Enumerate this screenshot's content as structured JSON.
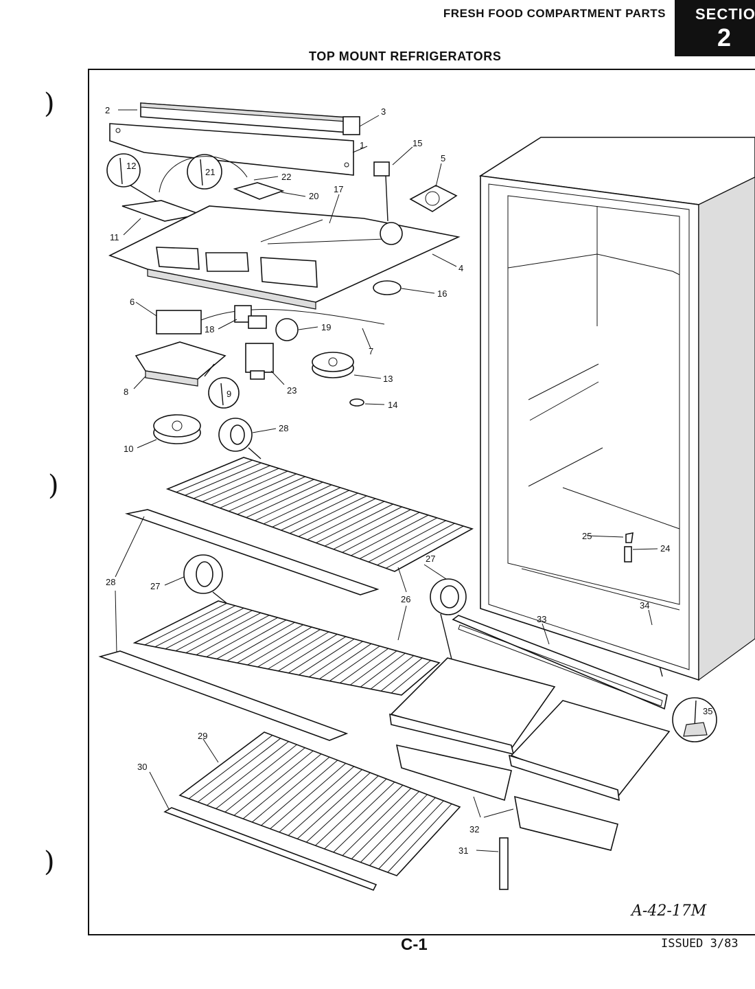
{
  "header": {
    "title": "FRESH FOOD COMPARTMENT PARTS",
    "section_word": "SECTIO",
    "section_number": "2",
    "subtitle": "TOP MOUNT REFRIGERATORS"
  },
  "footer": {
    "page": "C-1",
    "issued": "ISSUED 3/83",
    "drawing_number": "A-42-17M"
  },
  "punch_marks": [
    ")",
    ")",
    ")"
  ],
  "callouts": [
    "1",
    "2",
    "3",
    "4",
    "5",
    "6",
    "7",
    "8",
    "9",
    "10",
    "11",
    "12",
    "13",
    "14",
    "15",
    "16",
    "17",
    "18",
    "19",
    "20",
    "21",
    "22",
    "23",
    "24",
    "25",
    "26",
    "27",
    "27",
    "27",
    "28",
    "28",
    "28",
    "29",
    "30",
    "31",
    "32",
    "33",
    "34",
    "35"
  ]
}
